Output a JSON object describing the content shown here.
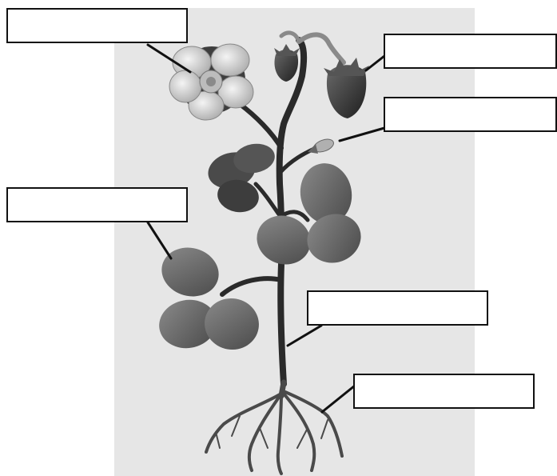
{
  "diagram": {
    "subject": "strawberry-plant",
    "colors": {
      "background_panel": "#e6e6e6",
      "stem": "#2a2a2a",
      "leaf": "#6e6e6e",
      "leaf_dark": "#3d3d3d",
      "fruit": "#3a3a3a",
      "flower_petal": "#d6d6d6",
      "root": "#4a4a4a",
      "label_border": "#111111"
    },
    "labels": [
      {
        "id": "flower",
        "text": ""
      },
      {
        "id": "fruit",
        "text": ""
      },
      {
        "id": "bud",
        "text": ""
      },
      {
        "id": "leaf",
        "text": ""
      },
      {
        "id": "stem",
        "text": ""
      },
      {
        "id": "root",
        "text": ""
      }
    ]
  }
}
